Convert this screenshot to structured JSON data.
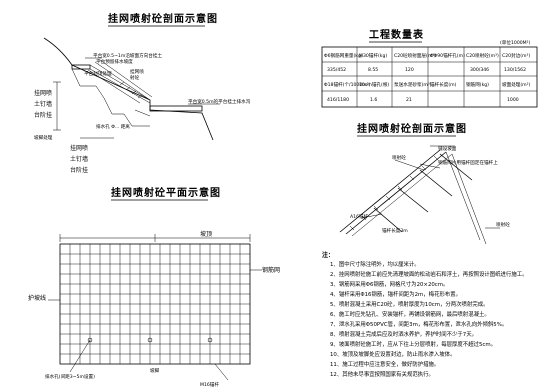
{
  "titles": {
    "section_left": "挂网喷射砼剖面示意图",
    "plan_left": "挂网喷射砼平面示意图",
    "quantity_table": "工程数量表",
    "section_right": "挂网喷射砼剖面示意图"
  },
  "table": {
    "unit_note": "(单位1000M²)",
    "header_row": [
      "Φ6钢筋网重量(kg)",
      "M30锚杆(kg)",
      "C20砼喷射面层(m³)",
      "ΦΦ90锚杆孔(m)",
      "C20喷射砼(m³)",
      "C20封边(m³)"
    ],
    "value_row_1": [
      "335/452",
      "8.55",
      "120",
      "",
      "300/346",
      "130/1562"
    ],
    "header_row_2": [
      "Φ18锚杆(个/1000m²)",
      "10cm锚孔(根)",
      "泵送水泥砂浆(m³)",
      "锚杆长度(m)",
      "钢筋网(kg)",
      "坡面处理(m²)"
    ],
    "value_row_2": [
      "416/1180",
      "1.6",
      "21",
      "",
      "",
      "1000"
    ]
  },
  "section_left_labels": {
    "top_note_1": "平台宽0.5~1m沿坡面方向台挂土",
    "top_note_2": "平台预留排水坡度",
    "cap": "平台封顶处理",
    "crest_note": "平台宽0.5m的平台挂土排水沟",
    "slope_note_1": "挂网喷",
    "slope_note_2": "射砼",
    "bottom_note": "排水孔 Φ... 距离",
    "toe_note": "坡脚处理",
    "layers": [
      "挂网喷",
      "土钉墙",
      "台阶挂",
      "挂网喷",
      "土钉墙",
      "台阶挂"
    ]
  },
  "plan_labels": {
    "top_dim": "坡顶",
    "right_label": "钢筋网",
    "left_label": "护坡线",
    "bottom_left": "排水孔(间距3~5m设置)",
    "bottom_right": "M16锚杆",
    "bottom_edge": "坡脚"
  },
  "section_right_labels": {
    "l1": "铺设坡面",
    "l2": "喷射砼",
    "l3": "钢筋网片用锚杆固定在锚杆上",
    "l4": "A16锚杆",
    "l5": "锚杆长度3m",
    "l6": "喷射砼"
  },
  "notes": {
    "heading": "注：",
    "lines": [
      "1、图中尺寸除注明外，均以厘米计。",
      "2、挂网喷射砼施工前应先清理坡面的松动岩石和浮土，再按照设计图纸进行施工。",
      "3、钢筋网采用Φ6钢筋，网格尺寸为20×20cm。",
      "4、锚杆采用Φ16钢筋，锚杆间距为2m，梅花形布置。",
      "5、喷射混凝土采用C20砼，喷射厚度为10cm，分两次喷射完成。",
      "6、施工时应先钻孔、安装锚杆，再铺设钢筋网，最后喷射混凝土。",
      "7、泄水孔采用Φ50PVC管，间距3m，梅花形布置，泄水孔向外倾斜5%。",
      "8、喷射混凝土完成后应及时洒水养护，养护时间不少于7天。",
      "9、坡面喷射砼施工时，应从下往上分层喷射，每层厚度不超过5cm。",
      "10、坡顶及坡脚处应设置封边，防止雨水渗入坡体。",
      "11、施工过程中应注意安全，做好防护措施。",
      "12、其他未尽事宜按照国家有关规范执行。"
    ]
  },
  "colors": {
    "ink": "#000000",
    "paper": "#ffffff"
  }
}
